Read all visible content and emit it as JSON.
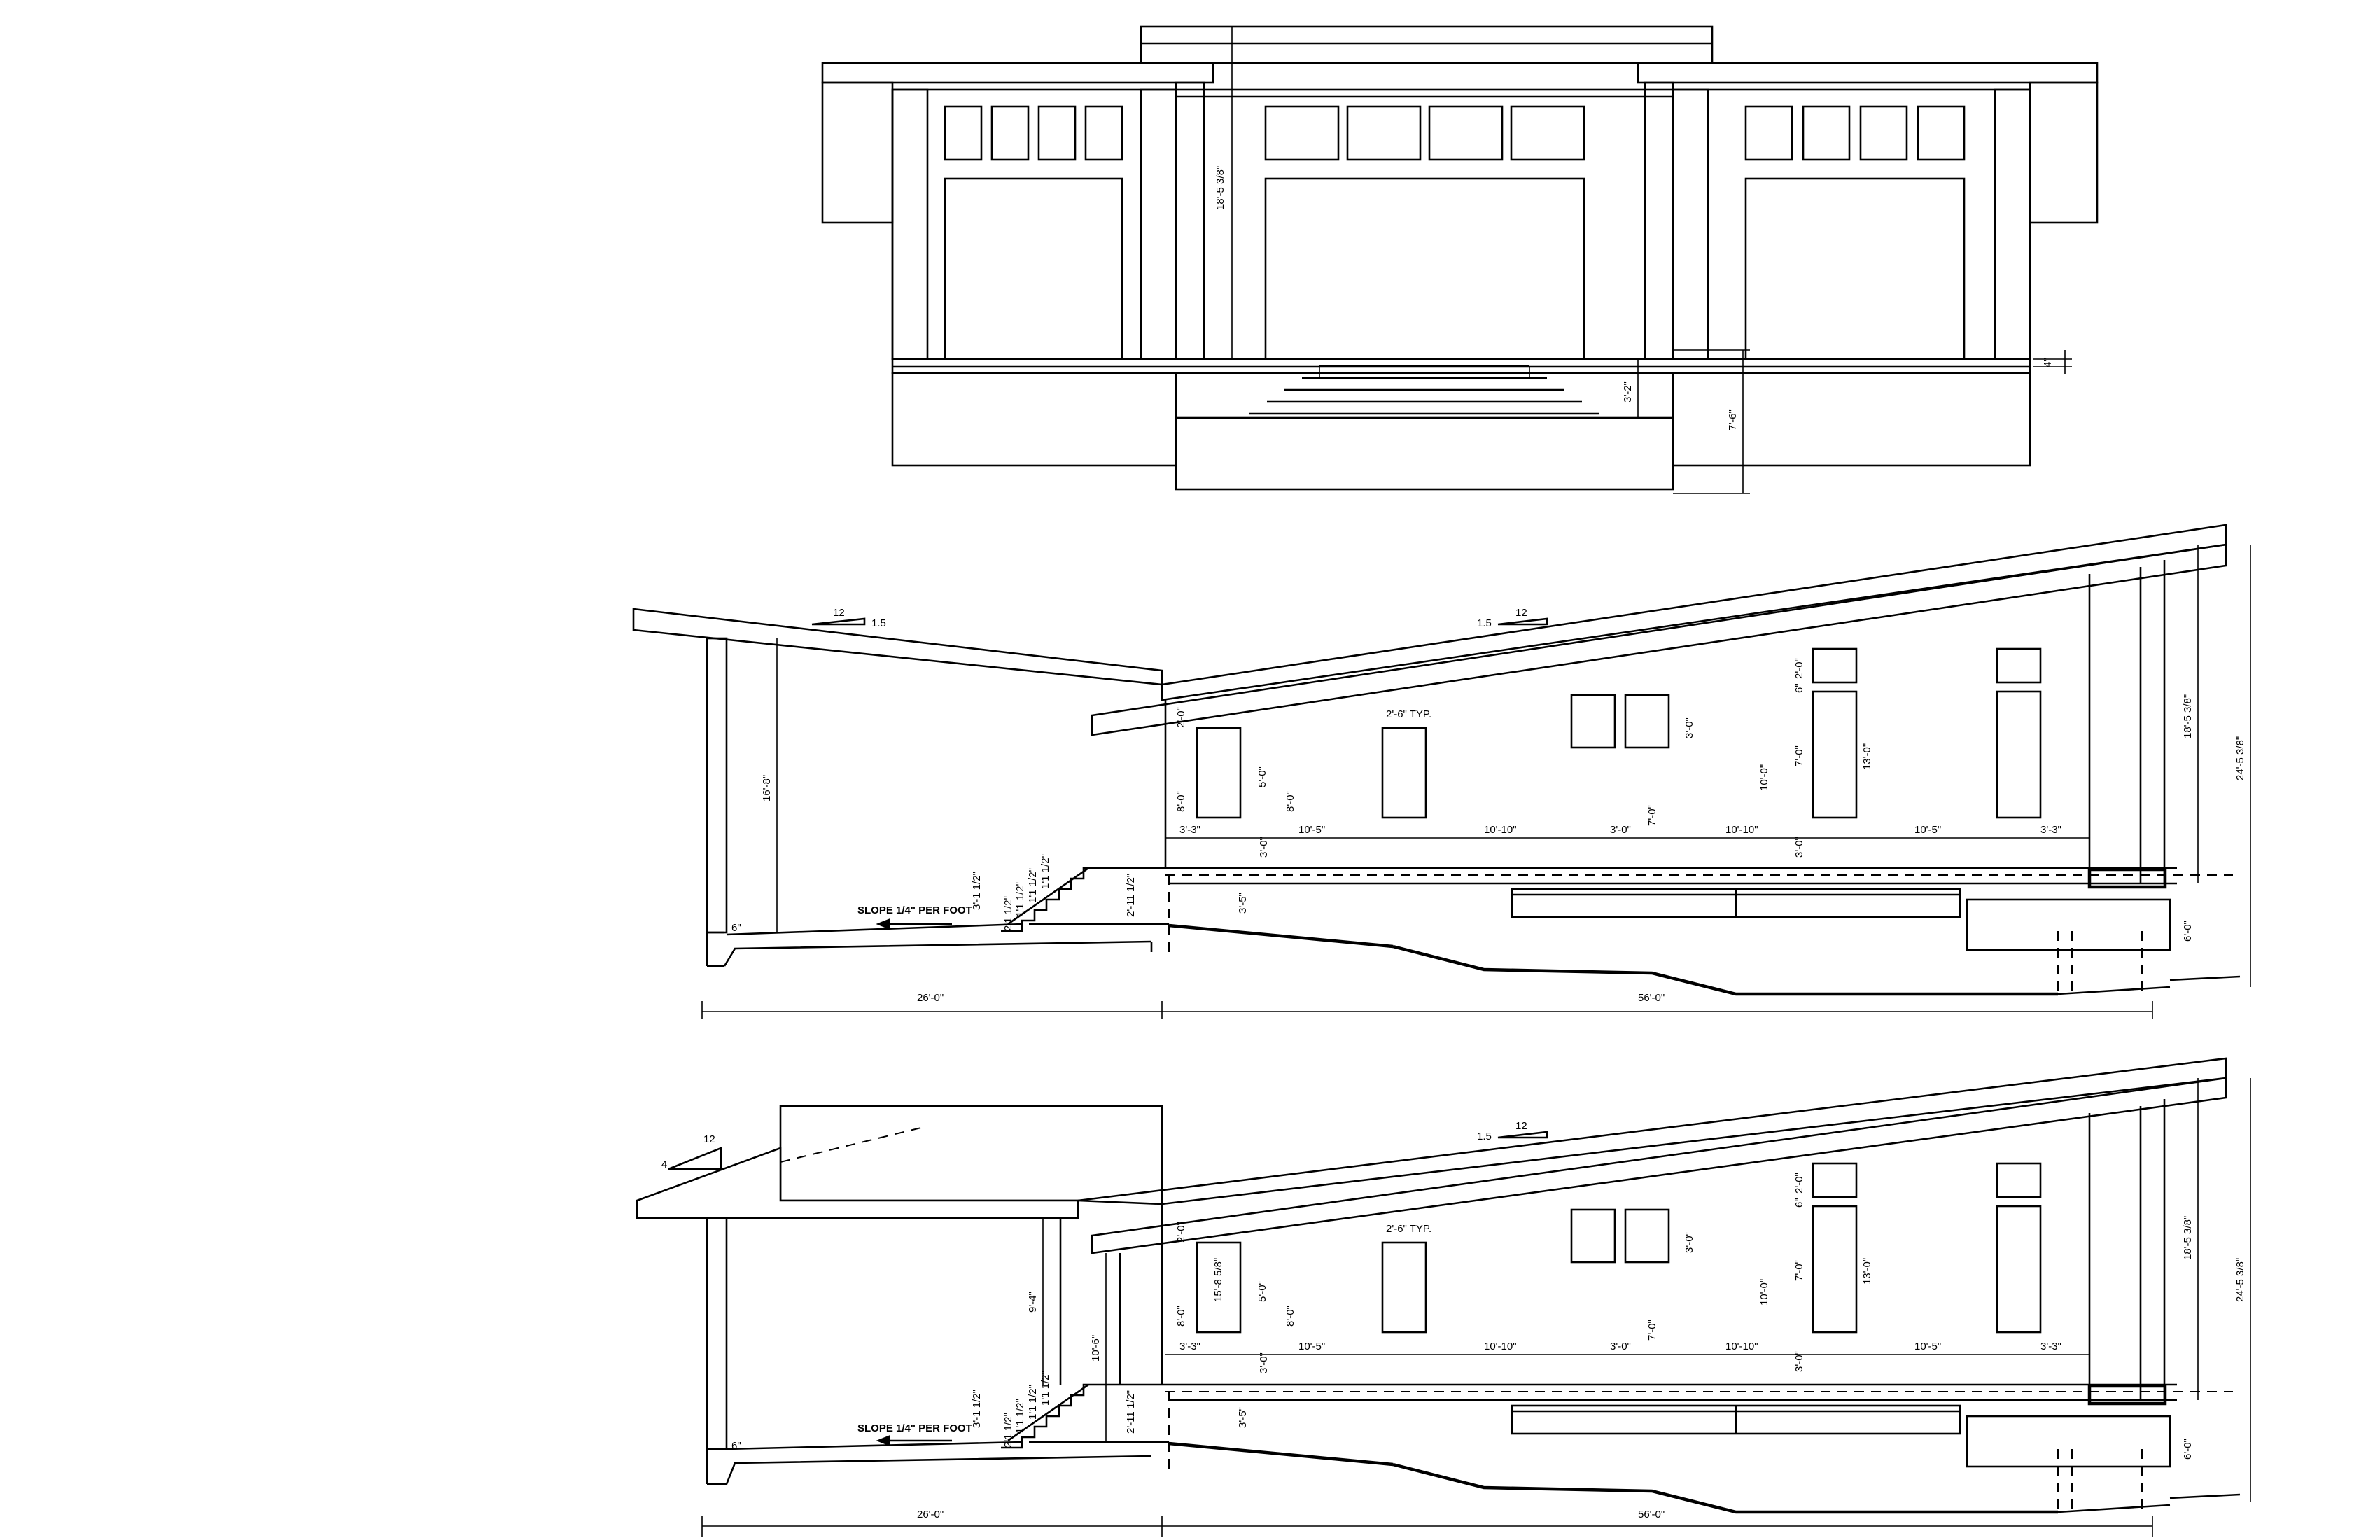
{
  "front_elevation": {
    "dims": {
      "overall_height": "18'-5 3/8\"",
      "step_height": "3'-2\"",
      "base_height": "7'-6\"",
      "curb": "4\""
    }
  },
  "section_upper": {
    "pitch_left": {
      "rise": "1.5",
      "run": "12"
    },
    "pitch_right": {
      "rise": "1.5",
      "run": "12"
    },
    "dims": {
      "left_height": "16'-8\"",
      "offset": "6\"",
      "slope_note": "SLOPE 1/4\" PER FOOT",
      "step_a": "3'-1 1/2\"",
      "step_b": "2'1 1/2\"",
      "step_c": "1'1 1/2\"",
      "step_d": "1'1 1/2\"",
      "step_e": "1'1 1/2\"",
      "step_f": "2'-11 1/2\"",
      "step_g": "3'-5\"",
      "fascia": "2'-0\"",
      "wall_h": "8'-0\"",
      "win_h": "5'-0\"",
      "wall_h2": "8'-0\"",
      "typ": "2'-6\" TYP.",
      "win_a": "3'-0\"",
      "win_b": "7'-0\"",
      "tall_h": "10'-0\"",
      "upper_win": "2'-0\"",
      "gap": "6\"",
      "mid_win": "7'-0\"",
      "tall_win": "13'-0\"",
      "sill": "3'-0\"",
      "right_h": "18'-5 3/8\"",
      "overall_h": "24'-5 3/8\"",
      "found_h": "6'-0\"",
      "run_1": "3'-3\"",
      "run_2": "3'-0\"",
      "run_3": "10'-5\"",
      "run_4": "10'-10\"",
      "run_5": "3'-0\"",
      "run_6": "10'-10\"",
      "run_7": "10'-5\"",
      "run_8": "3'-3\"",
      "base_left": "26'-0\"",
      "base_right": "56'-0\""
    }
  },
  "section_lower": {
    "pitch_left": {
      "rise": "4",
      "run": "12"
    },
    "pitch_right": {
      "rise": "1.5",
      "run": "12"
    },
    "dims": {
      "offset": "6\"",
      "inner_h": "9'-4\"",
      "inner_h2": "10'-6\"",
      "slope_note": "SLOPE 1/4\" PER FOOT",
      "step_a": "3'-1 1/2\"",
      "step_b": "2'1 1/2\"",
      "step_c": "1'1 1/2\"",
      "step_d": "1'1 1/2\"",
      "step_e": "1'1 1/2\"",
      "step_f": "2'-11 1/2\"",
      "step_g": "3'-5\"",
      "fascia": "2'-0\"",
      "wall_h": "8'-0\"",
      "wall_big": "15'-8 5/8\"",
      "win_h": "5'-0\"",
      "wall_h2": "8'-0\"",
      "typ": "2'-6\" TYP.",
      "win_a": "3'-0\"",
      "win_b": "7'-0\"",
      "tall_h": "10'-0\"",
      "upper_win": "2'-0\"",
      "gap": "6\"",
      "mid_win": "7'-0\"",
      "tall_win": "13'-0\"",
      "sill": "3'-0\"",
      "right_h": "18'-5 3/8\"",
      "overall_h": "24'-5 3/8\"",
      "found_h": "6'-0\"",
      "run_1": "3'-3\"",
      "run_2": "3'-0\"",
      "run_3": "10'-5\"",
      "run_4": "10'-10\"",
      "run_5": "3'-0\"",
      "run_6": "10'-10\"",
      "run_7": "10'-5\"",
      "run_8": "3'-3\"",
      "base_left": "26'-0\"",
      "base_right": "56'-0\""
    }
  }
}
